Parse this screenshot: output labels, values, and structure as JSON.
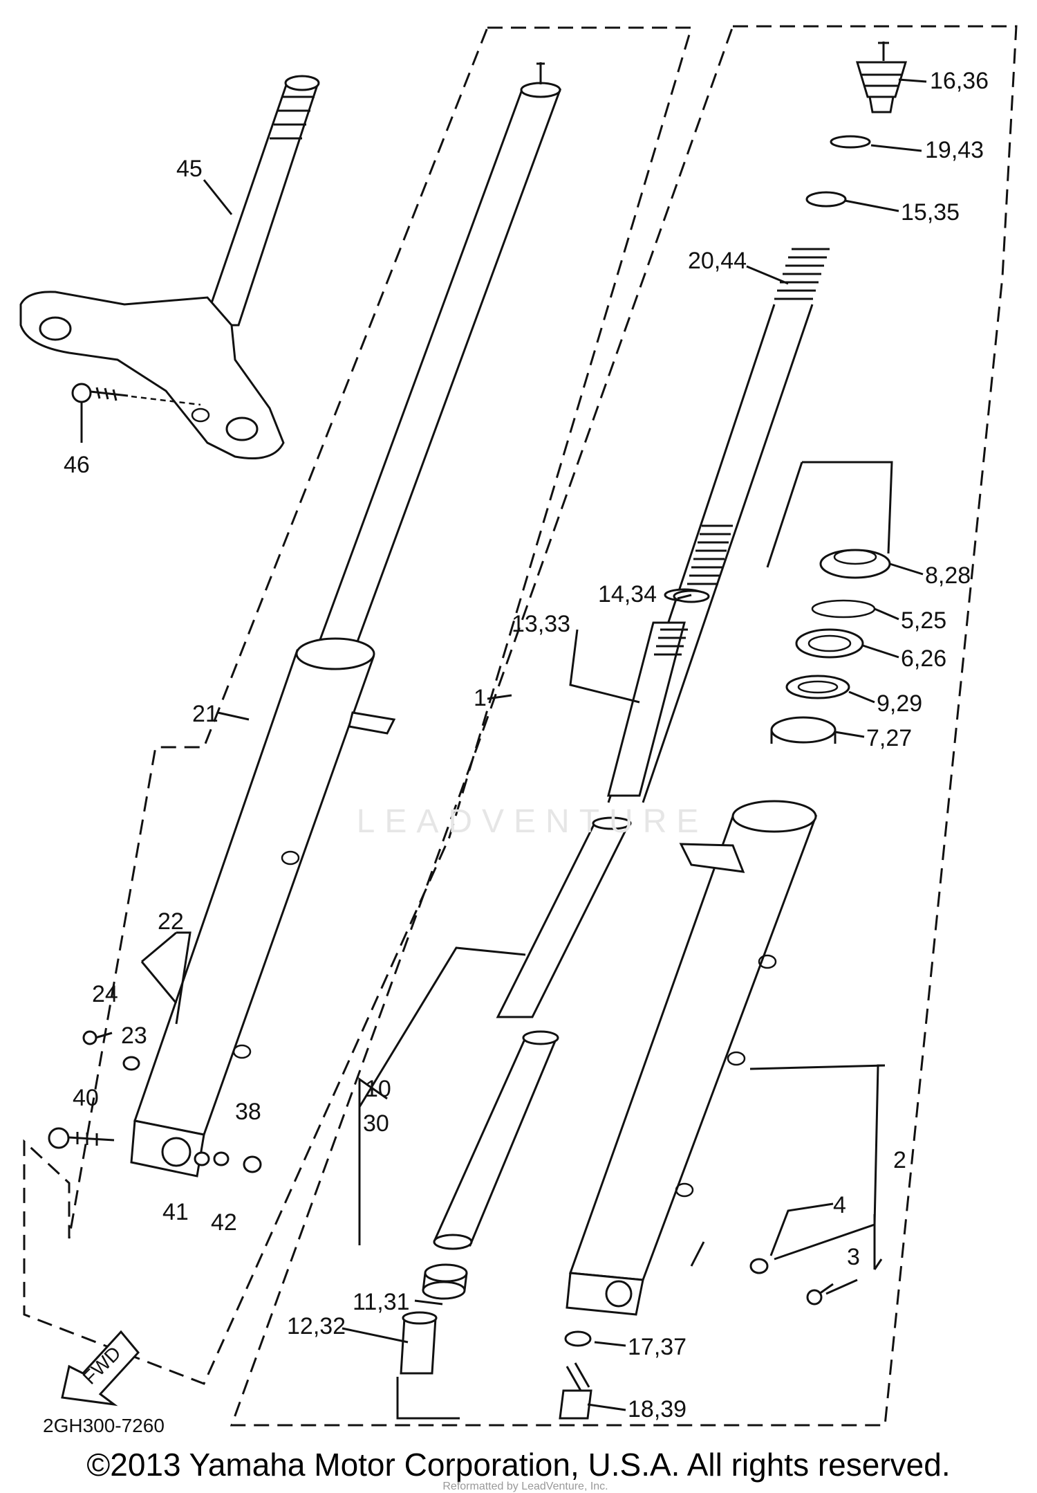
{
  "diagram": {
    "code": "2GH300-7260",
    "direction_arrow": "FWD",
    "watermark": "LEADVENTURE",
    "copyright": "©2013 Yamaha Motor Corporation, U.S.A. All rights reserved.",
    "reseller_note": "Reformatted by LeadVenture, Inc.",
    "callouts": [
      {
        "id": "c1",
        "text": "16,36"
      },
      {
        "id": "c2",
        "text": "19,43"
      },
      {
        "id": "c3",
        "text": "15,35"
      },
      {
        "id": "c4",
        "text": "20,44"
      },
      {
        "id": "c5",
        "text": "45"
      },
      {
        "id": "c6",
        "text": "46"
      },
      {
        "id": "c7",
        "text": "8,28"
      },
      {
        "id": "c8",
        "text": "5,25"
      },
      {
        "id": "c9",
        "text": "6,26"
      },
      {
        "id": "c10",
        "text": "9,29"
      },
      {
        "id": "c11",
        "text": "7,27"
      },
      {
        "id": "c12",
        "text": "14,34"
      },
      {
        "id": "c13",
        "text": "13,33"
      },
      {
        "id": "c14",
        "text": "1"
      },
      {
        "id": "c15",
        "text": "21"
      },
      {
        "id": "c16",
        "text": "22"
      },
      {
        "id": "c17",
        "text": "24"
      },
      {
        "id": "c18",
        "text": "23"
      },
      {
        "id": "c19",
        "text": "40"
      },
      {
        "id": "c20",
        "text": "38"
      },
      {
        "id": "c21",
        "text": "41"
      },
      {
        "id": "c22",
        "text": "42"
      },
      {
        "id": "c23",
        "text": "10"
      },
      {
        "id": "c24",
        "text": "30"
      },
      {
        "id": "c25",
        "text": "2"
      },
      {
        "id": "c26",
        "text": "4"
      },
      {
        "id": "c27",
        "text": "3"
      },
      {
        "id": "c28",
        "text": "11,31"
      },
      {
        "id": "c29",
        "text": "12,32"
      },
      {
        "id": "c30",
        "text": "17,37"
      },
      {
        "id": "c31",
        "text": "18,39"
      }
    ]
  }
}
